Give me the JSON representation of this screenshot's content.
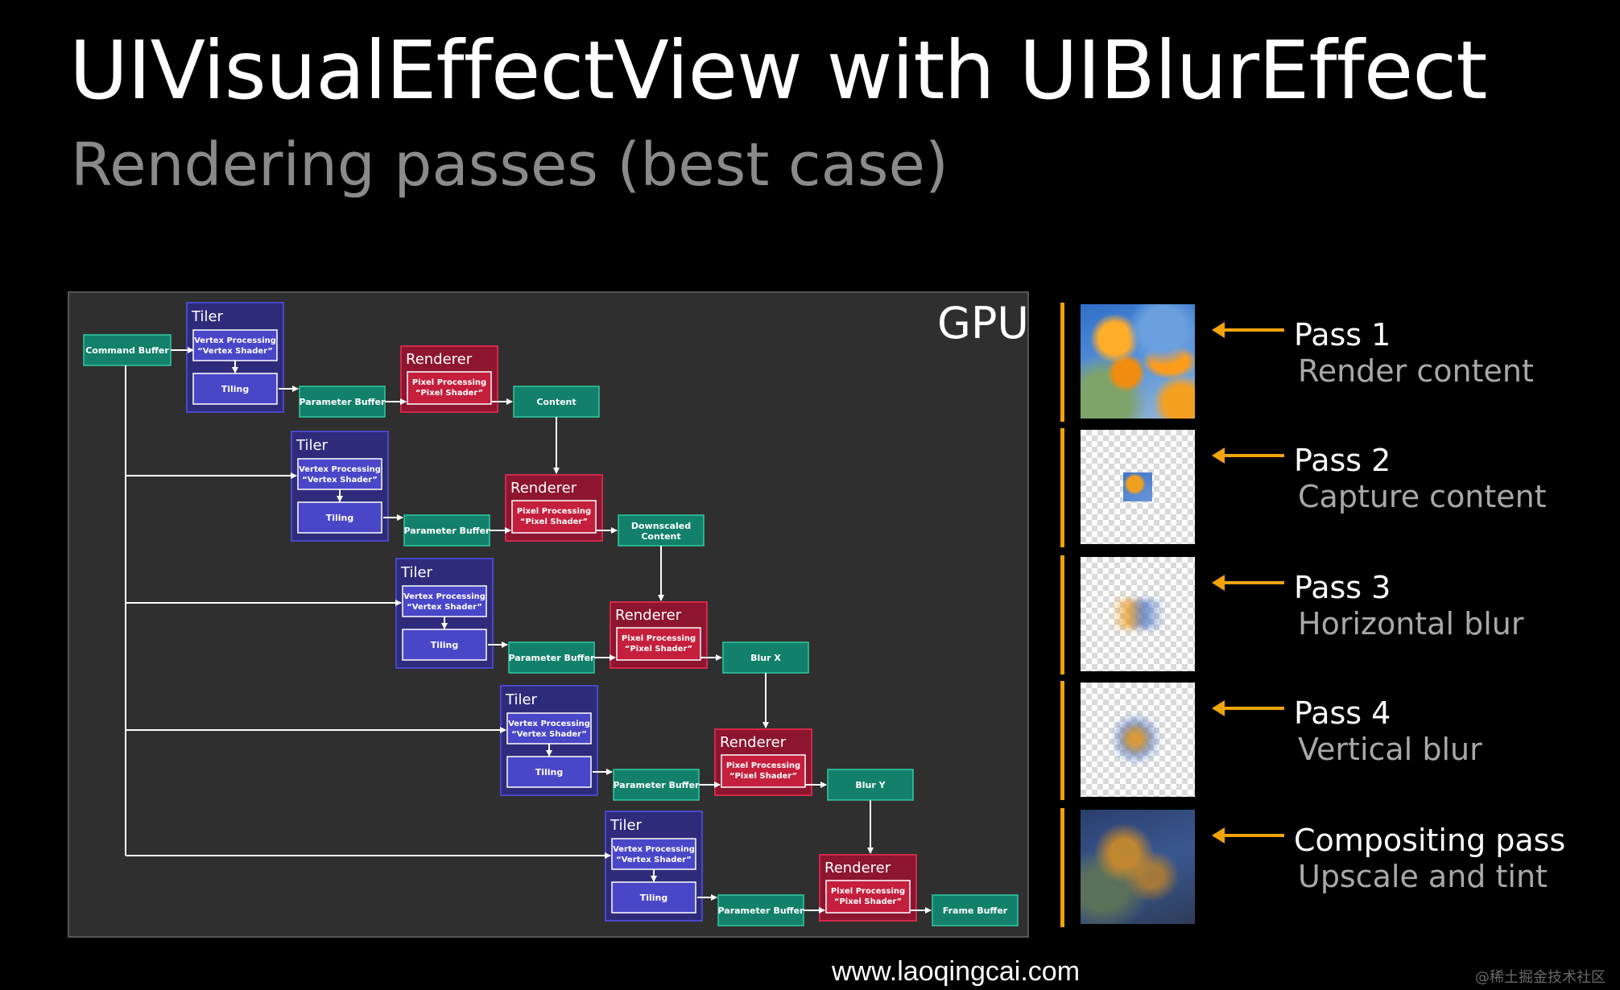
{
  "slide": {
    "title": "UIVisualEffectView with UIBlurEffect",
    "subtitle": "Rendering passes (best case)"
  },
  "diagram": {
    "gpu_label": "GPU",
    "command_buffer_label": "Command Buffer",
    "tiler_label": "Tiler",
    "vertex_label_1": "Vertex Processing",
    "vertex_label_2": "“Vertex Shader”",
    "tiling_label": "Tiling",
    "parameter_buffer_label": "Parameter Buffer",
    "renderer_label": "Renderer",
    "pixel_label_1": "Pixel Processing",
    "pixel_label_2": "“Pixel Shader”",
    "rows": [
      {
        "output_lines": [
          "Content"
        ]
      },
      {
        "output_lines": [
          "Downscaled",
          "Content"
        ]
      },
      {
        "output_lines": [
          "Blur X"
        ]
      },
      {
        "output_lines": [
          "Blur Y"
        ]
      },
      {
        "output_lines": [
          "Frame Buffer"
        ]
      }
    ],
    "colors": {
      "tiler_fill": "#2e2c7a",
      "tiler_stroke": "#4b47c8",
      "tiler_inner_fill": "#4a46c8",
      "tiler_inner_stroke": "#ffffff",
      "renderer_fill": "#8d1530",
      "renderer_stroke": "#d12a4b",
      "renderer_inner_fill": "#c41f3d",
      "buffer_fill": "#12806a",
      "buffer_stroke": "#2fcba0",
      "pass_accent": "#f0a30a"
    }
  },
  "passes": [
    {
      "name": "Pass 1",
      "description": "Render content",
      "thumbnail": "full-poppy-image"
    },
    {
      "name": "Pass 2",
      "description": "Capture content",
      "thumbnail": "small-captured-image"
    },
    {
      "name": "Pass 3",
      "description": "Horizontal blur",
      "thumbnail": "horizontally-blurred-image"
    },
    {
      "name": "Pass 4",
      "description": "Vertical blur",
      "thumbnail": "vertically-blurred-image"
    },
    {
      "name": "Compositing pass",
      "description": "Upscale and tint",
      "thumbnail": "blurred-tinted-image"
    }
  ],
  "footer": {
    "url": "www.laoqingcai.com",
    "watermark": "@稀土掘金技术社区"
  }
}
